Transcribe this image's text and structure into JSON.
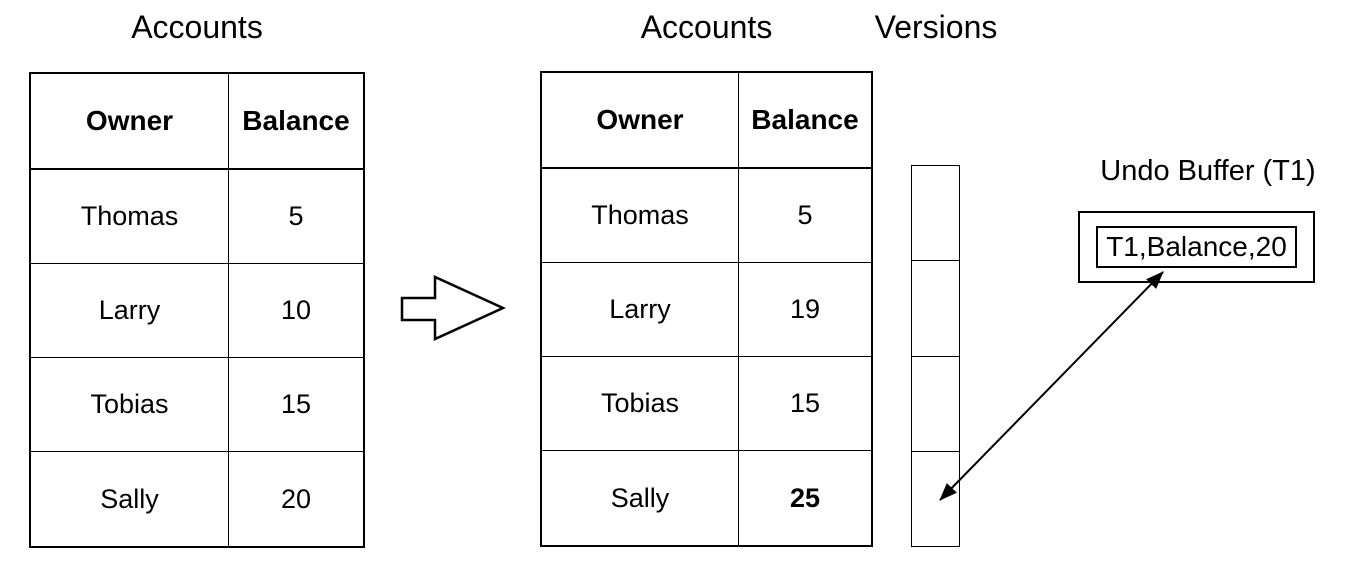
{
  "left_table": {
    "title": "Accounts",
    "headers": {
      "owner": "Owner",
      "balance": "Balance"
    },
    "rows": [
      {
        "owner": "Thomas",
        "balance": "5"
      },
      {
        "owner": "Larry",
        "balance": "10"
      },
      {
        "owner": "Tobias",
        "balance": "15"
      },
      {
        "owner": "Sally",
        "balance": "20"
      }
    ]
  },
  "right_table": {
    "title": "Accounts",
    "headers": {
      "owner": "Owner",
      "balance": "Balance"
    },
    "rows": [
      {
        "owner": "Thomas",
        "balance": "5"
      },
      {
        "owner": "Larry",
        "balance": "19"
      },
      {
        "owner": "Tobias",
        "balance": "15"
      },
      {
        "owner": "Sally",
        "balance": "25"
      }
    ],
    "emphasized_cell": "Sally balance 25 (bold)"
  },
  "versions_column": {
    "title": "Versions",
    "cell_count": 4,
    "cells": [
      "",
      "",
      "",
      ""
    ]
  },
  "undo_buffer": {
    "title": "Undo Buffer (T1)",
    "record": "T1,Balance,20"
  },
  "icons": {
    "transform_arrow": "hollow-block-arrow-right",
    "undo_link_arrow": "double-headed-diagonal-arrow"
  },
  "colors": {
    "ink": "#000000",
    "background": "#ffffff"
  }
}
